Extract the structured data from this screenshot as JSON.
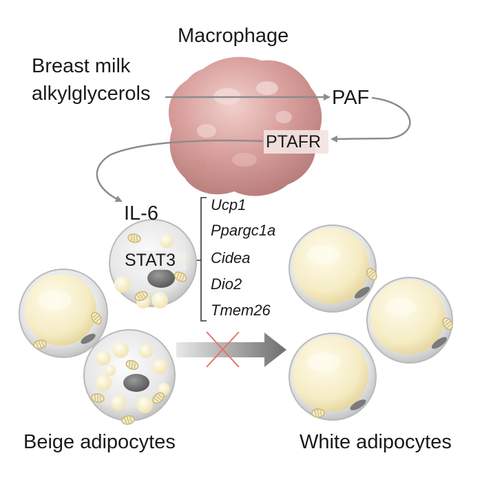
{
  "labels": {
    "macrophage": "Macrophage",
    "source_line1": "Breast milk",
    "source_line2": "alkylglycerols",
    "paf": "PAF",
    "ptafr": "PTAFR",
    "il6": "IL-6",
    "stat3": "STAT3",
    "beige": "Beige adipocytes",
    "white": "White adipocytes"
  },
  "genes": [
    "Ucp1",
    "Ppargc1a",
    "Cidea",
    "Dio2",
    "Tmem26"
  ],
  "colors": {
    "macrophage": "#d9a09d",
    "arrow": "#8c8c8c",
    "lipid": "#f5ecc4",
    "cell_rim": "#c8c8c8",
    "nucleus": "#6e6e6e",
    "mitochondria": "#c9b572",
    "block_mark": "#e5726b"
  }
}
